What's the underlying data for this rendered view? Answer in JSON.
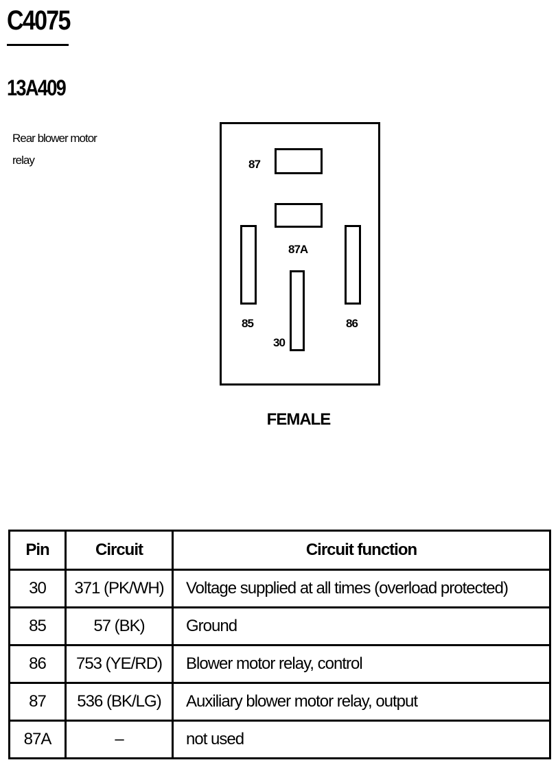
{
  "header": {
    "connector_id": "C4075",
    "part_number": "13A409",
    "description_line1": "Rear blower motor",
    "description_line2": "relay"
  },
  "diagram": {
    "pin_labels": {
      "p87": "87",
      "p87a": "87A",
      "p85": "85",
      "p86": "86",
      "p30": "30"
    },
    "gender": "FEMALE"
  },
  "table": {
    "headers": [
      "Pin",
      "Circuit",
      "Circuit function"
    ],
    "rows": [
      {
        "pin": "30",
        "circuit": "371 (PK/WH)",
        "function": "Voltage supplied at all times (overload protected)"
      },
      {
        "pin": "85",
        "circuit": "57 (BK)",
        "function": "Ground"
      },
      {
        "pin": "86",
        "circuit": "753 (YE/RD)",
        "function": "Blower motor relay, control"
      },
      {
        "pin": "87",
        "circuit": "536 (BK/LG)",
        "function": "Auxiliary blower motor relay, output"
      },
      {
        "pin": "87A",
        "circuit": "–",
        "function": "not used"
      }
    ]
  }
}
